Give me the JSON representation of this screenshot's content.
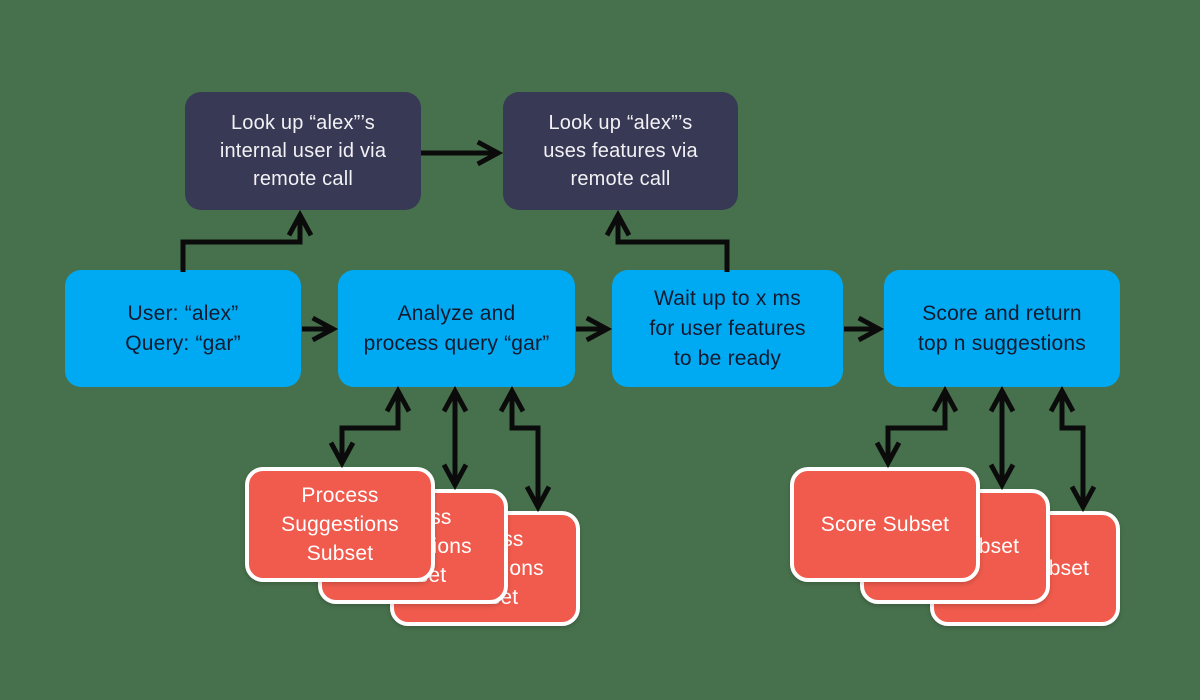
{
  "palette": {
    "canvas_bg": "#47714C",
    "dark_node": "#383954",
    "blue_node": "#00AAF2",
    "red_node": "#F05B4D",
    "red_border": "#FFFFFF",
    "arrow": "#0B0B0B",
    "text_on_dark": "#F2F1F5",
    "text_on_blue": "#131A30",
    "text_on_red": "#FFFFFF"
  },
  "nodes": {
    "lookup_user_id": "Look up “alex”’s\ninternal user id via\nremote call",
    "lookup_user_features": "Look up “alex”’s\nuses features via\nremote call",
    "user_query": "User: “alex”\nQuery: “gar”",
    "analyze_query": "Analyze and\nprocess query “gar”",
    "wait_features": "Wait up to x ms\nfor user features\nto be ready",
    "score_return": "Score and return\ntop n suggestions",
    "process_subset": "Process\nSuggestions\nSubset",
    "score_subset": "Score Subset"
  },
  "stacks": {
    "process_subset_copies": 3,
    "score_subset_copies": 3
  },
  "edges": [
    {
      "from": "user_query",
      "to": "lookup_user_id",
      "style": "single"
    },
    {
      "from": "lookup_user_id",
      "to": "lookup_user_features",
      "style": "single"
    },
    {
      "from": "wait_features",
      "to": "lookup_user_features",
      "style": "single"
    },
    {
      "from": "user_query",
      "to": "analyze_query",
      "style": "single"
    },
    {
      "from": "analyze_query",
      "to": "wait_features",
      "style": "single"
    },
    {
      "from": "wait_features",
      "to": "score_return",
      "style": "single"
    },
    {
      "from": "analyze_query",
      "to": "process_subset_copy_1",
      "style": "bidirectional"
    },
    {
      "from": "analyze_query",
      "to": "process_subset_copy_2",
      "style": "bidirectional"
    },
    {
      "from": "analyze_query",
      "to": "process_subset_copy_3",
      "style": "bidirectional"
    },
    {
      "from": "score_return",
      "to": "score_subset_copy_1",
      "style": "bidirectional"
    },
    {
      "from": "score_return",
      "to": "score_subset_copy_2",
      "style": "bidirectional"
    },
    {
      "from": "score_return",
      "to": "score_subset_copy_3",
      "style": "bidirectional"
    }
  ]
}
